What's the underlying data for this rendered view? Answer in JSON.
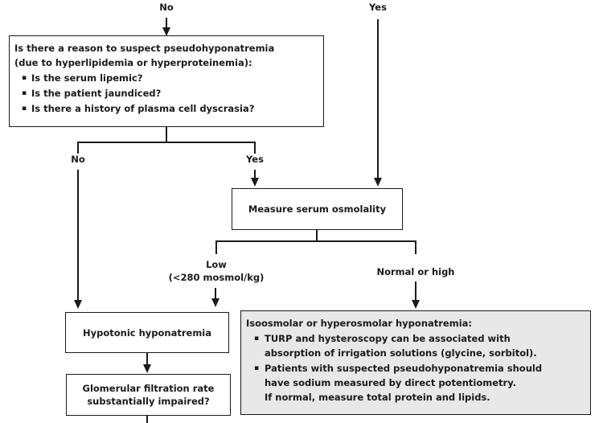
{
  "labels": {
    "no_top": "No",
    "yes_top": "Yes",
    "no_branch": "No",
    "yes_branch": "Yes",
    "low": "Low",
    "low_detail": "(<280 mosmol/kg)",
    "normal_or_high": "Normal or high"
  },
  "boxes": {
    "pseudohyponatremia": {
      "line1": "Is there a reason to suspect pseudohyponatremia",
      "line2": "(due to hyperlipidemia or hyperproteinemia):",
      "bullets": [
        "Is the serum lipemic?",
        "Is the patient jaundiced?",
        "Is there a history of plasma cell dyscrasia?"
      ]
    },
    "measure_osmolality": {
      "text": "Measure serum osmolality"
    },
    "hypotonic": {
      "text": "Hypotonic hyponatremia"
    },
    "gfr": {
      "line1": "Glomerular filtration rate",
      "line2": "substantially impaired?"
    },
    "isoosmolar": {
      "heading": "Isoosmolar or hyperosmolar hyponatremia:",
      "bullets": [
        "TURP and hysteroscopy can be associated with\nabsorption of irrigation solutions (glycine, sorbitol).",
        "Patients with suspected pseudohyponatremia should\nhave sodium measured by direct potentiometry.\nIf normal, measure total protein and lipids."
      ]
    }
  },
  "glyphs": {
    "bullet": "▪"
  },
  "colors": {
    "line": "#1a1a1a",
    "text": "#1a1a1a",
    "box_background": "#ffffff",
    "info_background": "#e8e8e8",
    "page_background": "#ffffff"
  }
}
